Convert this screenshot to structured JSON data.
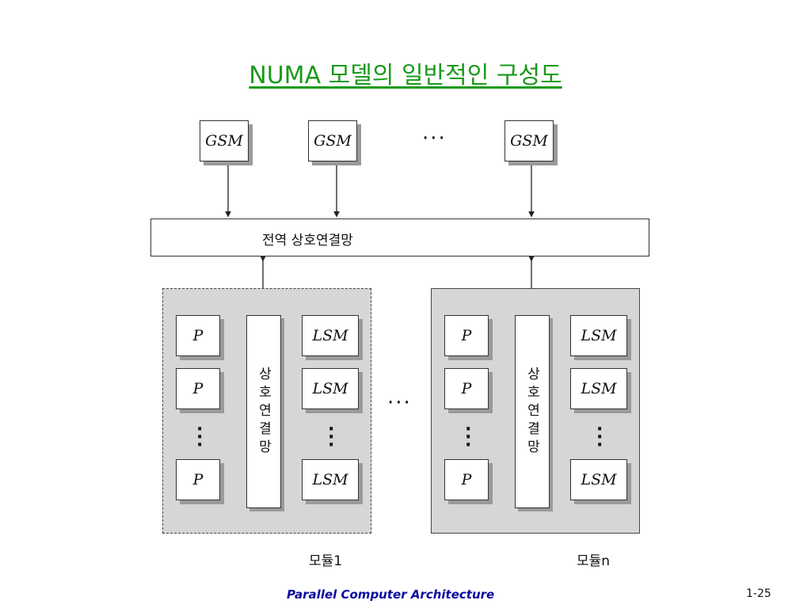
{
  "title": "NUMA 모델의 일반적인 구성도",
  "diagram": {
    "gsm_label": "GSM",
    "gsm_ellipsis": "···",
    "global_network": "전역 상호연결망",
    "local_network": "상호연결망",
    "processor_label": "P",
    "lsm_label": "LSM",
    "module_ellipsis": "···",
    "module1_label": "모듈1",
    "modulen_label": "모듈n"
  },
  "footer": {
    "course": "Parallel Computer Architecture",
    "page": "1-25"
  },
  "colors": {
    "title": "#1a9a1a",
    "footer": "#0a0aa0",
    "module_fill": "#d6d6d6"
  }
}
